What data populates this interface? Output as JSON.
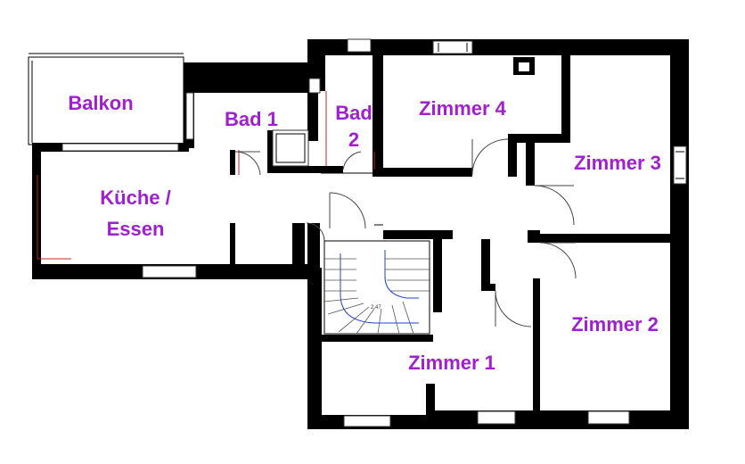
{
  "rooms": {
    "balkon": "Balkon",
    "bad1": "Bad 1",
    "bad2_line1": "Bad",
    "bad2_line2": "2",
    "zimmer4": "Zimmer 4",
    "zimmer3": "Zimmer 3",
    "kueche_line1": "Küche /",
    "kueche_line2": "Essen",
    "zimmer2": "Zimmer 2",
    "zimmer1": "Zimmer 1"
  },
  "stair_dim": "2.47",
  "colors": {
    "label": "#a020d0",
    "wall": "#000000",
    "stair": "#2244cc",
    "window_red": "#cc2222"
  }
}
